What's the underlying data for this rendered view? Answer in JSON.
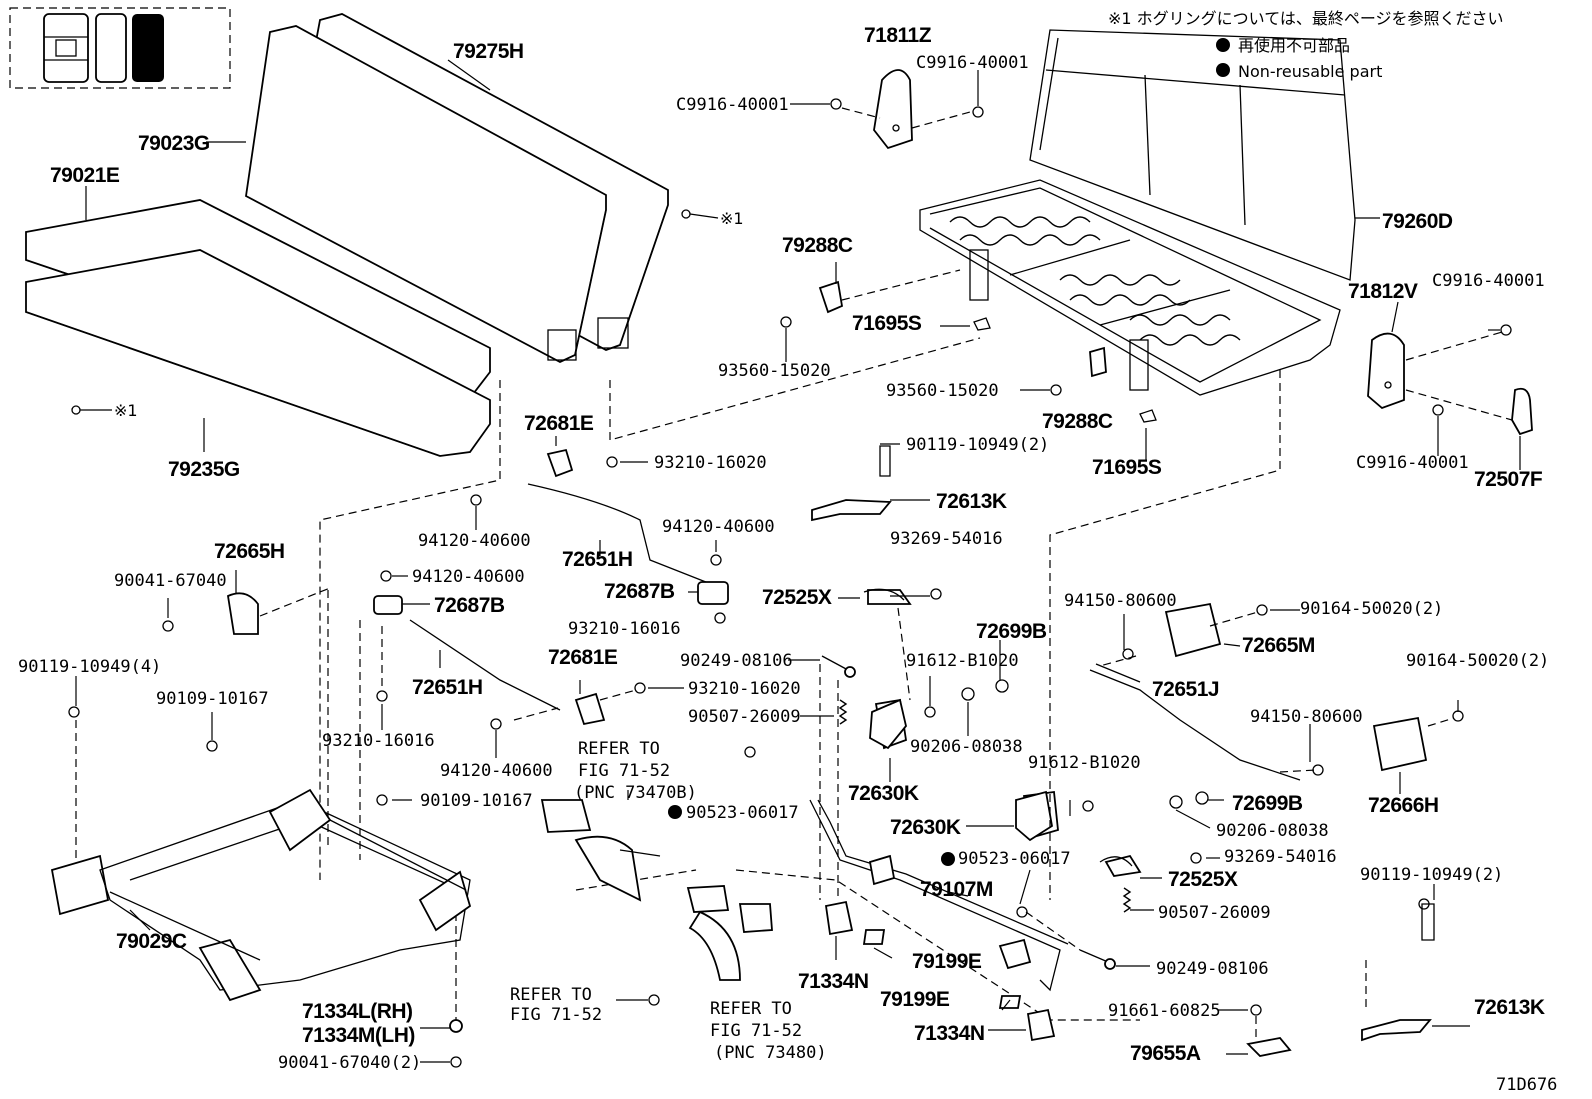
{
  "header": {
    "note_line1": "※1 ホグリングについては、最終ページを参照ください",
    "note_line2": "再使用不可部品",
    "note_line3": "Non-reusable part"
  },
  "footer": {
    "figure_code": "71D676"
  },
  "labels": {
    "l79275H": "79275H",
    "l79023G": "79023G",
    "l79021E": "79021E",
    "l79235G": "79235G",
    "ref1_right": "※1",
    "ref1_left": "※1",
    "l71811Z": "71811Z",
    "lC9916_a": "C9916-40001",
    "lC9916_b": "C9916-40001",
    "lC9916_c": "C9916-40001",
    "lC9916_d": "C9916-40001",
    "l79260D": "79260D",
    "l79288C_a": "79288C",
    "l79288C_b": "79288C",
    "l71695S_a": "71695S",
    "l71695S_b": "71695S",
    "l93560_a": "93560-15020",
    "l93560_b": "93560-15020",
    "l71812V": "71812V",
    "l72507F": "72507F",
    "l72681E_a": "72681E",
    "l72681E_b": "72681E",
    "l93210_16020_a": "93210-16020",
    "l93210_16020_b": "93210-16020",
    "l90119_2a": "90119-10949(2)",
    "l90119_2b": "90119-10949(2)",
    "l90119_4": "90119-10949(4)",
    "l72613K_a": "72613K",
    "l72613K_b": "72613K",
    "l94120_a": "94120-40600",
    "l94120_b": "94120-40600",
    "l94120_c": "94120-40600",
    "l94120_d": "94120-40600",
    "l72651H_a": "72651H",
    "l72651H_b": "72651H",
    "l72665H": "72665H",
    "l90041_a": "90041-67040",
    "l90041_b": "90041-67040(2)",
    "l72687B_a": "72687B",
    "l72687B_b": "72687B",
    "l93269_a": "93269-54016",
    "l93269_b": "93269-54016",
    "l72525X_a": "72525X",
    "l72525X_b": "72525X",
    "l93210_16016_a": "93210-16016",
    "l93210_16016_b": "93210-16016",
    "l94150_a": "94150-80600",
    "l94150_b": "94150-80600",
    "l90164_a": "90164-50020(2)",
    "l90164_b": "90164-50020(2)",
    "l72665M": "72665M",
    "l72699B_a": "72699B",
    "l72699B_b": "72699B",
    "l90249_a": "90249-08106",
    "l90249_b": "90249-08106",
    "l91612_a": "91612-B1020",
    "l91612_b": "91612-B1020",
    "l72651J": "72651J",
    "l90109_a": "90109-10167",
    "l90109_b": "90109-10167",
    "l90507_a": "90507-26009",
    "l90507_b": "90507-26009",
    "l90206_a": "90206-08038",
    "l90206_b": "90206-08038",
    "l72666H": "72666H",
    "refer1_a": "REFER TO",
    "refer1_b": "FIG 71-52",
    "refer1_c": "(PNC 73470B)",
    "l90523_a": "90523-06017",
    "l90523_b": "90523-06017",
    "l72630K_a": "72630K",
    "l72630K_b": "72630K",
    "l79029C": "79029C",
    "l79107M": "79107M",
    "l71334N_a": "71334N",
    "l71334N_b": "71334N",
    "l79199E_a": "79199E",
    "l79199E_b": "79199E",
    "l71334L": "71334L(RH)",
    "l71334M": "71334M(LH)",
    "refer2_a": "REFER TO",
    "refer2_b": "FIG 71-52",
    "refer3_a": "REFER TO",
    "refer3_b": "FIG 71-52",
    "refer3_c": "(PNC 73480)",
    "l91661": "91661-60825",
    "l79655A": "79655A"
  }
}
